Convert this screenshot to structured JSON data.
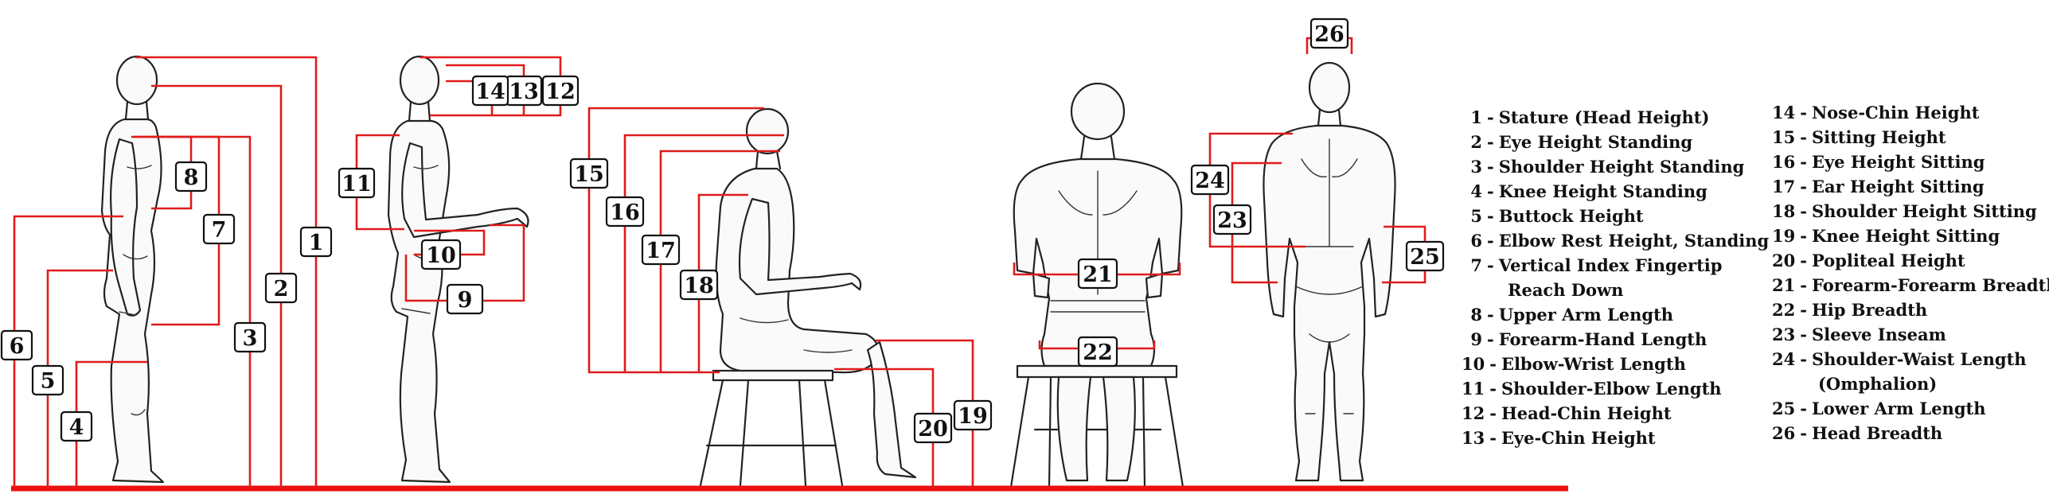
{
  "colors": {
    "measure_line": "#e01b1b",
    "floor": "#ee1111",
    "figure_stroke": "#222222",
    "badge_border": "#111111"
  },
  "badges": {
    "b1": "1",
    "b2": "2",
    "b3": "3",
    "b4": "4",
    "b5": "5",
    "b6": "6",
    "b7": "7",
    "b8": "8",
    "b9": "9",
    "b10": "10",
    "b11": "11",
    "b12": "12",
    "b13": "13",
    "b14": "14",
    "b15": "15",
    "b16": "16",
    "b17": "17",
    "b18": "18",
    "b19": "19",
    "b20": "20",
    "b21": "21",
    "b22": "22",
    "b23": "23",
    "b24": "24",
    "b25": "25",
    "b26": "26"
  },
  "legend": {
    "column1": [
      {
        "num": "1",
        "label": "Stature (Head Height)"
      },
      {
        "num": "2",
        "label": "Eye Height Standing"
      },
      {
        "num": "3",
        "label": "Shoulder Height Standing"
      },
      {
        "num": "4",
        "label": "Knee Height Standing"
      },
      {
        "num": "5",
        "label": "Buttock Height"
      },
      {
        "num": "6",
        "label": "Elbow Rest Height, Standing"
      },
      {
        "num": "7",
        "label": "Vertical Index Fingertip",
        "cont": "Reach Down"
      },
      {
        "num": "8",
        "label": "Upper Arm Length"
      },
      {
        "num": "9",
        "label": "Forearm-Hand Length"
      },
      {
        "num": "10",
        "label": "Elbow-Wrist Length"
      },
      {
        "num": "11",
        "label": "Shoulder-Elbow Length"
      },
      {
        "num": "12",
        "label": "Head-Chin Height"
      },
      {
        "num": "13",
        "label": "Eye-Chin Height"
      }
    ],
    "column2": [
      {
        "num": "14",
        "label": "Nose-Chin Height"
      },
      {
        "num": "15",
        "label": "Sitting Height"
      },
      {
        "num": "16",
        "label": "Eye Height Sitting"
      },
      {
        "num": "17",
        "label": "Ear Height Sitting"
      },
      {
        "num": "18",
        "label": "Shoulder Height Sitting"
      },
      {
        "num": "19",
        "label": "Knee Height Sitting"
      },
      {
        "num": "20",
        "label": "Popliteal Height"
      },
      {
        "num": "21",
        "label": "Forearm-Forearm Breadth"
      },
      {
        "num": "22",
        "label": "Hip Breadth"
      },
      {
        "num": "23",
        "label": "Sleeve Inseam"
      },
      {
        "num": "24",
        "label": "Shoulder-Waist Length",
        "cont": "(Omphalion)"
      },
      {
        "num": "25",
        "label": "Lower Arm Length"
      },
      {
        "num": "26",
        "label": "Head Breadth"
      }
    ]
  }
}
